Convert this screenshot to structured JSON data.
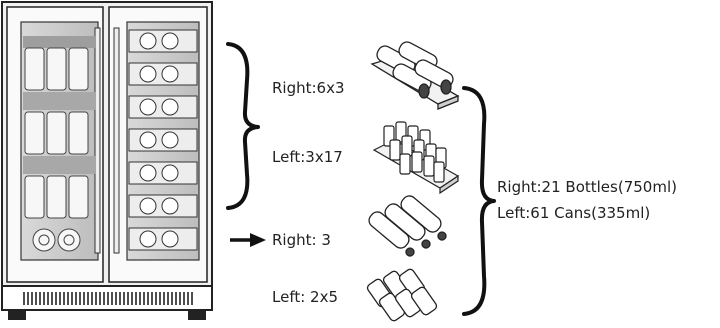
{
  "labels": {
    "right_rows": "Right:6x3",
    "left_rows": "Left:3x17",
    "right_bottom": "Right: 3",
    "left_bottom": "Left: 2x5",
    "summary_right": "Right:21 Bottles(750ml)",
    "summary_left": "Left:61 Cans(335ml)"
  }
}
